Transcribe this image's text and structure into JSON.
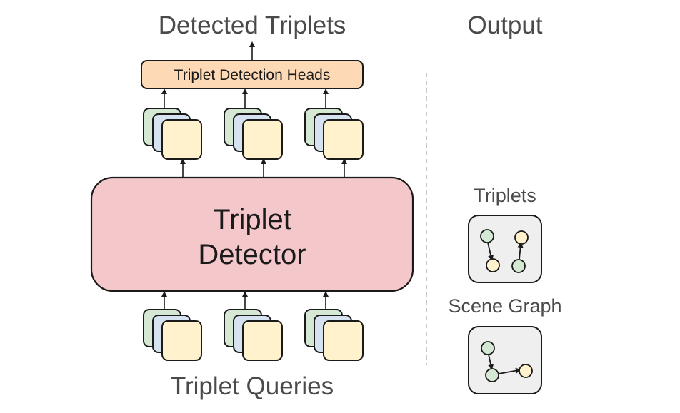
{
  "labels": {
    "detected_triplets": "Detected Triplets",
    "output": "Output",
    "detection_heads": "Triplet Detection Heads",
    "detector_line1": "Triplet",
    "detector_line2": "Detector",
    "triplets": "Triplets",
    "scene_graph": "Scene Graph",
    "triplet_queries": "Triplet Queries"
  },
  "colors": {
    "stroke": "#1a1a1a",
    "text": "#4a4a4a",
    "heads_fill": "#fdd9b5",
    "detector_fill": "#f4c7cb",
    "card_back": "#d5e8d4",
    "card_mid": "#d6e2f0",
    "card_front": "#fff2cc",
    "icon_panel": "#efefef",
    "node_green": "#d5e8d4",
    "node_yellow": "#fff2cc",
    "divider": "#bbbbbb"
  }
}
